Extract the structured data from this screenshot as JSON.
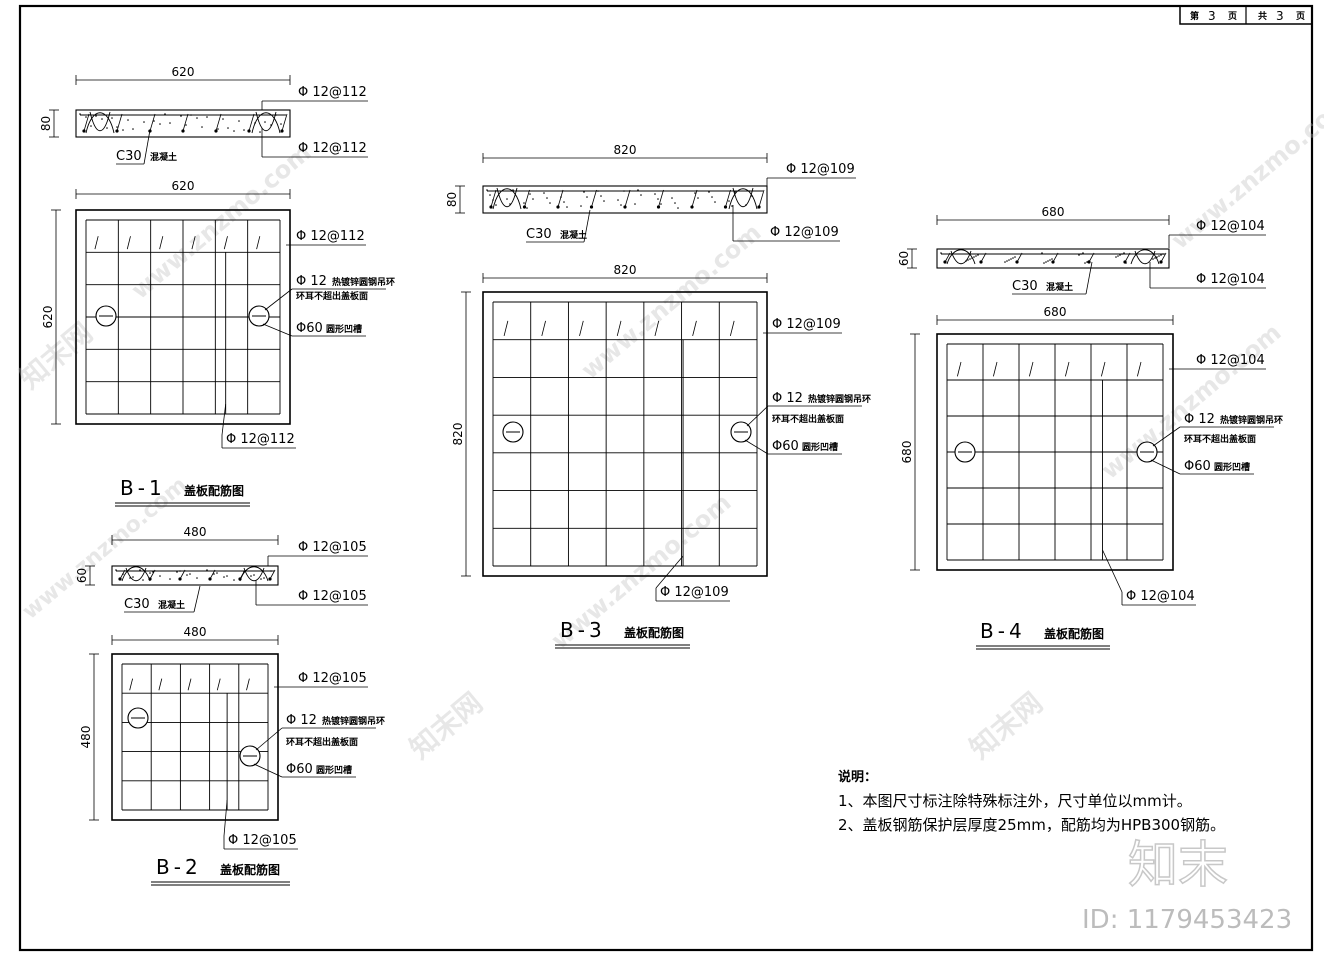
{
  "title_block": {
    "sheet_prefix": "第",
    "sheet_no": "3",
    "sheet_unit": "页",
    "total_prefix": "共",
    "total_no": "3",
    "total_unit": "页"
  },
  "panels": [
    {
      "id": "b1",
      "title_code": "B-1",
      "title_cn": "盖板配筋图",
      "section_width": "620",
      "section_thickness": "80",
      "concrete": "C30",
      "concrete_suffix": "混凝土",
      "rebar_top": "Φ 12@112",
      "rebar_bottom": "Φ 12@112",
      "plan_width": "620",
      "plan_height": "620",
      "plan_rebar_h": "Φ 12@112",
      "plan_rebar_v": "Φ 12@112",
      "hook_label": "Φ 12",
      "hook_desc": "热镀锌圆钢吊环",
      "hook_note": "环耳不超出盖板面",
      "groove_size": "Φ60",
      "groove_desc": "圆形凹槽"
    },
    {
      "id": "b2",
      "title_code": "B-2",
      "title_cn": "盖板配筋图",
      "section_width": "480",
      "section_thickness": "60",
      "concrete": "C30",
      "concrete_suffix": "混凝土",
      "rebar_top": "Φ 12@105",
      "rebar_bottom": "Φ 12@105",
      "plan_width": "480",
      "plan_height": "480",
      "plan_rebar_h": "Φ 12@105",
      "plan_rebar_v": "Φ 12@105",
      "hook_label": "Φ 12",
      "hook_desc": "热镀锌圆钢吊环",
      "hook_note": "环耳不超出盖板面",
      "groove_size": "Φ60",
      "groove_desc": "圆形凹槽"
    },
    {
      "id": "b3",
      "title_code": "B-3",
      "title_cn": "盖板配筋图",
      "section_width": "820",
      "section_thickness": "80",
      "concrete": "C30",
      "concrete_suffix": "混凝土",
      "rebar_top": "Φ 12@109",
      "rebar_bottom": "Φ 12@109",
      "plan_width": "820",
      "plan_height": "820",
      "plan_rebar_h": "Φ 12@109",
      "plan_rebar_v": "Φ 12@109",
      "hook_label": "Φ 12",
      "hook_desc": "热镀锌圆钢吊环",
      "hook_note": "环耳不超出盖板面",
      "groove_size": "Φ60",
      "groove_desc": "圆形凹槽"
    },
    {
      "id": "b4",
      "title_code": "B-4",
      "title_cn": "盖板配筋图",
      "section_width": "680",
      "section_thickness": "60",
      "concrete": "C30",
      "concrete_suffix": "混凝土",
      "rebar_top": "Φ 12@104",
      "rebar_bottom": "Φ 12@104",
      "plan_width": "680",
      "plan_height": "680",
      "plan_rebar_h": "Φ 12@104",
      "plan_rebar_v": "Φ 12@104",
      "hook_label": "Φ 12",
      "hook_desc": "热镀锌圆钢吊环",
      "hook_note": "环耳不超出盖板面",
      "groove_size": "Φ60",
      "groove_desc": "圆形凹槽"
    }
  ],
  "notes": {
    "heading": "说明：",
    "items": [
      "1、本图尺寸标注除特殊标注外，尺寸单位以mm计。",
      "2、盖板钢筋保护层厚度25mm，配筋均为HPB300钢筋。"
    ]
  },
  "brand": {
    "logo_text": "知末",
    "id_text": "ID: 1179453423",
    "watermark": "www.znzmo.com",
    "watermark_cn": "知末网"
  }
}
